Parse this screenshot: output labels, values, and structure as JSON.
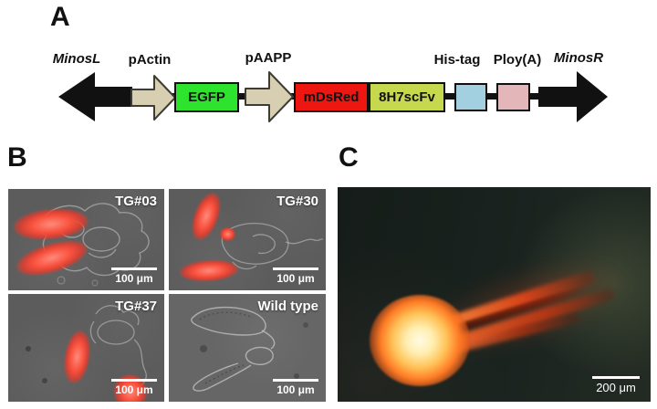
{
  "panel_a": {
    "label": "A",
    "construct": {
      "minosl": "MinosL",
      "pactin": "pActin",
      "egfp": "EGFP",
      "paapp": "pAAPP",
      "mdsred": "mDsRed",
      "scfv": "8H7scFv",
      "histag": "His-tag",
      "polya": "Ploy(A)",
      "minosr": "MinosR"
    },
    "colors": {
      "minos_arrow": "#111111",
      "promoter_arrow": "#d8cfb2",
      "egfp_box": "#2de32d",
      "mdsred_box": "#ee1611",
      "scfv_box": "#c6d84e",
      "histag_box": "#a3d0e0",
      "polya_box": "#e3b6ba"
    }
  },
  "panel_b": {
    "label": "B",
    "fluorescence_color": "#f8503c",
    "tiles": [
      {
        "label": "TG#03",
        "scale_bar": "100 μm"
      },
      {
        "label": "TG#30",
        "scale_bar": "100 μm"
      },
      {
        "label": "TG#37",
        "scale_bar": "100 μm"
      },
      {
        "label": "Wild type",
        "scale_bar": "100 μm"
      }
    ]
  },
  "panel_c": {
    "label": "C",
    "scale_bar": "200 μm"
  }
}
